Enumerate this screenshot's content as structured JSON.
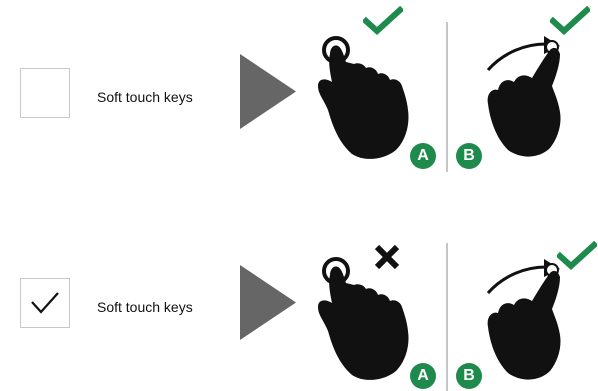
{
  "rows": [
    {
      "checkbox_checked": false,
      "label": "Soft touch keys",
      "gesture_a": {
        "badge": "A",
        "result": "check-mark-icon",
        "result_color": "#1e8b4c"
      },
      "gesture_b": {
        "badge": "B",
        "result": "check-mark-icon",
        "result_color": "#1e8b4c"
      }
    },
    {
      "checkbox_checked": true,
      "label": "Soft touch keys",
      "gesture_a": {
        "badge": "A",
        "result": "cross-mark-icon",
        "result_color": "#111111"
      },
      "gesture_b": {
        "badge": "B",
        "result": "check-mark-icon",
        "result_color": "#1e8b4c"
      }
    }
  ],
  "colors": {
    "accent_green": "#1e8b4c",
    "arrow_gray": "#666666",
    "divider": "#c6c6c6",
    "ink": "#111111"
  }
}
